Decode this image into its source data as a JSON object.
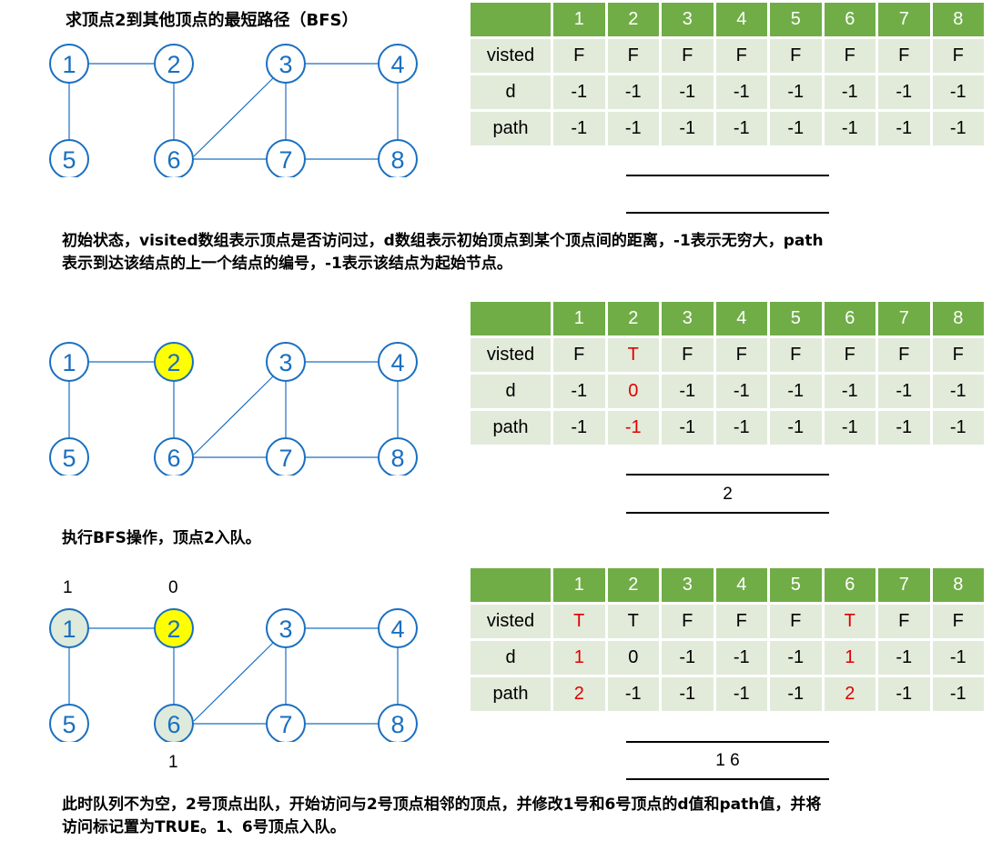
{
  "title": "求顶点2到其他顶点的最短路径（BFS）",
  "colors": {
    "node_stroke": "#1a6fc0",
    "visited_fill": "#ffff00",
    "queued_fill": "#ddeadc",
    "table_header": "#70ad47",
    "table_row": "#e2ebda",
    "highlight": "#e00000"
  },
  "graph": {
    "nodes": [
      "1",
      "2",
      "3",
      "4",
      "5",
      "6",
      "7",
      "8"
    ],
    "edges": [
      [
        "1",
        "2"
      ],
      [
        "1",
        "5"
      ],
      [
        "2",
        "6"
      ],
      [
        "3",
        "4"
      ],
      [
        "3",
        "6"
      ],
      [
        "3",
        "7"
      ],
      [
        "4",
        "8"
      ],
      [
        "6",
        "7"
      ],
      [
        "7",
        "8"
      ]
    ]
  },
  "steps": [
    {
      "header": [
        "",
        "1",
        "2",
        "3",
        "4",
        "5",
        "6",
        "7",
        "8"
      ],
      "rows": [
        {
          "label": "visted",
          "values": [
            "F",
            "F",
            "F",
            "F",
            "F",
            "F",
            "F",
            "F"
          ]
        },
        {
          "label": "d",
          "values": [
            "-1",
            "-1",
            "-1",
            "-1",
            "-1",
            "-1",
            "-1",
            "-1"
          ]
        },
        {
          "label": "path",
          "values": [
            "-1",
            "-1",
            "-1",
            "-1",
            "-1",
            "-1",
            "-1",
            "-1"
          ]
        }
      ],
      "queue": "",
      "description_1": "初始状态，visited数组表示顶点是否访问过，d数组表示初始顶点到某个顶点间的距离，-1表示无穷大，path",
      "description_2": "表示到达该结点的上一个结点的编号，-1表示该结点为起始节点。"
    },
    {
      "header": [
        "",
        "1",
        "2",
        "3",
        "4",
        "5",
        "6",
        "7",
        "8"
      ],
      "rows": [
        {
          "label": "visted",
          "values": [
            "F",
            "T",
            "F",
            "F",
            "F",
            "F",
            "F",
            "F"
          ]
        },
        {
          "label": "d",
          "values": [
            "-1",
            "0",
            "-1",
            "-1",
            "-1",
            "-1",
            "-1",
            "-1"
          ]
        },
        {
          "label": "path",
          "values": [
            "-1",
            "-1",
            "-1",
            "-1",
            "-1",
            "-1",
            "-1",
            "-1"
          ]
        }
      ],
      "queue": "2",
      "description_1": "执行BFS操作，顶点2入队。"
    },
    {
      "header": [
        "",
        "1",
        "2",
        "3",
        "4",
        "5",
        "6",
        "7",
        "8"
      ],
      "rows": [
        {
          "label": "visted",
          "values": [
            "T",
            "T",
            "F",
            "F",
            "F",
            "T",
            "F",
            "F"
          ]
        },
        {
          "label": "d",
          "values": [
            "1",
            "0",
            "-1",
            "-1",
            "-1",
            "1",
            "-1",
            "-1"
          ]
        },
        {
          "label": "path",
          "values": [
            "2",
            "-1",
            "-1",
            "-1",
            "-1",
            "2",
            "-1",
            "-1"
          ]
        }
      ],
      "queue": "1 6",
      "distance_labels": {
        "node1": "1",
        "node2": "0",
        "node6": "1"
      },
      "description_1": "此时队列不为空，2号顶点出队，开始访问与2号顶点相邻的顶点，并修改1号和6号顶点的d值和path值，并将",
      "description_2": "访问标记置为TRUE。1、6号顶点入队。"
    }
  ]
}
